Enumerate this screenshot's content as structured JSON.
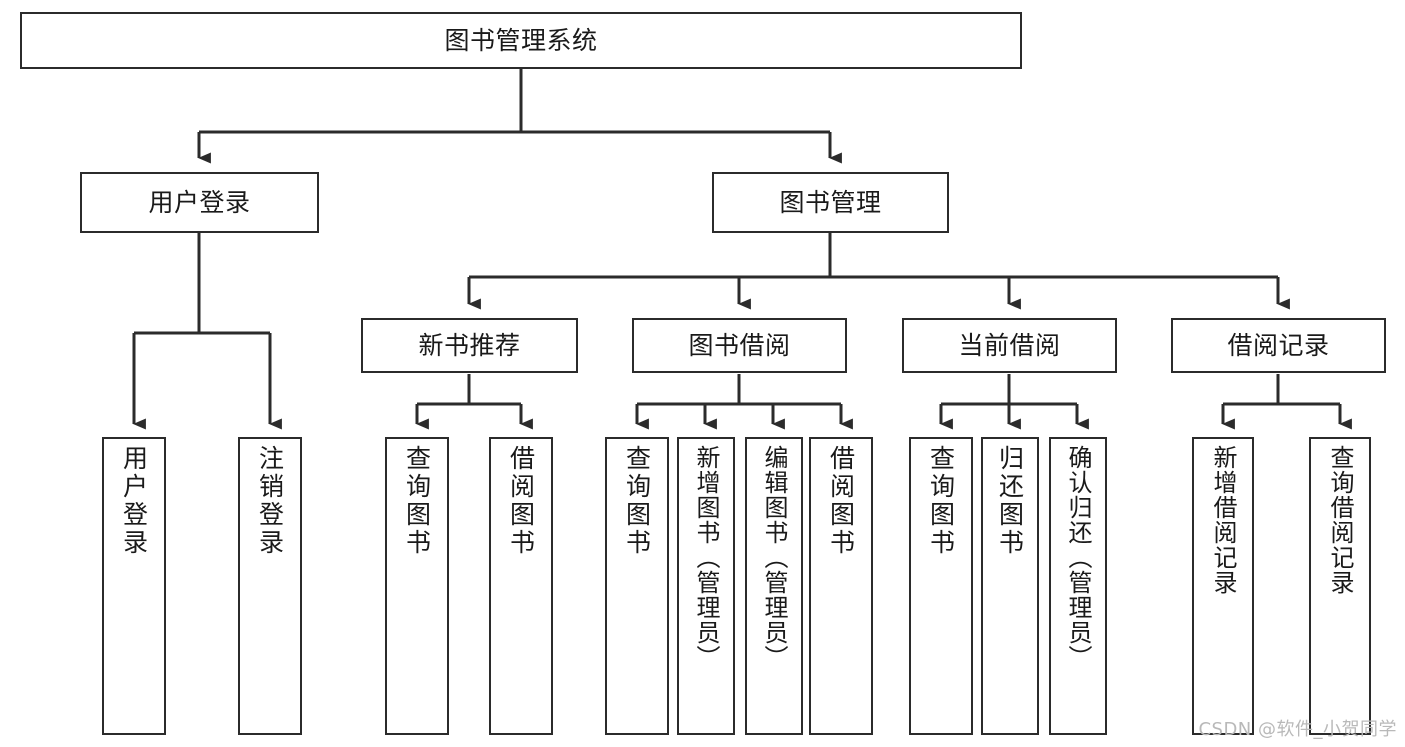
{
  "diagram": {
    "title": "图书管理系统",
    "watermark": "CSDN @软件_小贺同学",
    "line_color": "#2b2b2b",
    "background_color": "#ffffff",
    "text_color": "#1a1a1a",
    "watermark_color": "#b9b9b9",
    "nodes": {
      "root": {
        "label": "图书管理系统"
      },
      "level2": [
        {
          "label": "用户登录"
        },
        {
          "label": "图书管理"
        }
      ],
      "level3": [
        {
          "label": "新书推荐"
        },
        {
          "label": "图书借阅"
        },
        {
          "label": "当前借阅"
        },
        {
          "label": "借阅记录"
        }
      ],
      "leaves": {
        "user_login": [
          {
            "label": "用户登录"
          },
          {
            "label": "注销登录"
          }
        ],
        "new_book_recommend": [
          {
            "label": "查询图书"
          },
          {
            "label": "借阅图书"
          }
        ],
        "book_borrow": [
          {
            "label": "查询图书"
          },
          {
            "label": "新增图书（管理员）"
          },
          {
            "label": "编辑图书（管理员）"
          },
          {
            "label": "借阅图书"
          }
        ],
        "current_borrow": [
          {
            "label": "查询图书"
          },
          {
            "label": "归还图书"
          },
          {
            "label": "确认归还（管理员）"
          }
        ],
        "borrow_records": [
          {
            "label": "新增借阅记录"
          },
          {
            "label": "查询借阅记录"
          }
        ]
      }
    }
  }
}
